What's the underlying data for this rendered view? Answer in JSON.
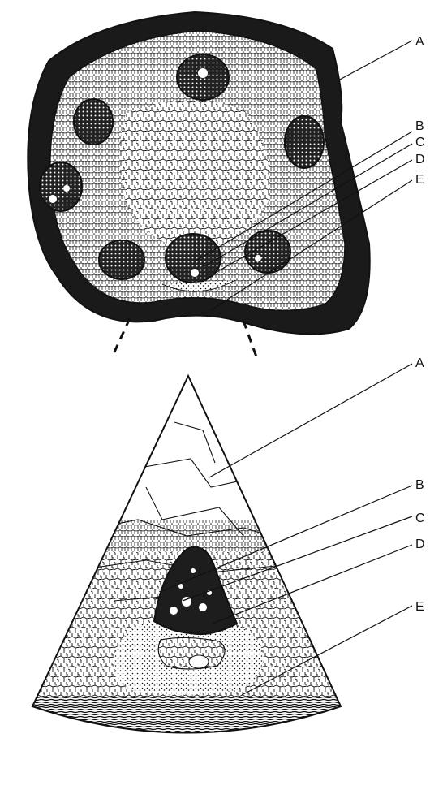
{
  "top_labels": [
    "A",
    "B",
    "C",
    "D",
    "E"
  ],
  "bottom_labels": [
    "A",
    "B",
    "C",
    "D",
    "E"
  ],
  "colors": {
    "ink": "#111111",
    "paper": "#ffffff",
    "shade": "#2a2a2a"
  }
}
